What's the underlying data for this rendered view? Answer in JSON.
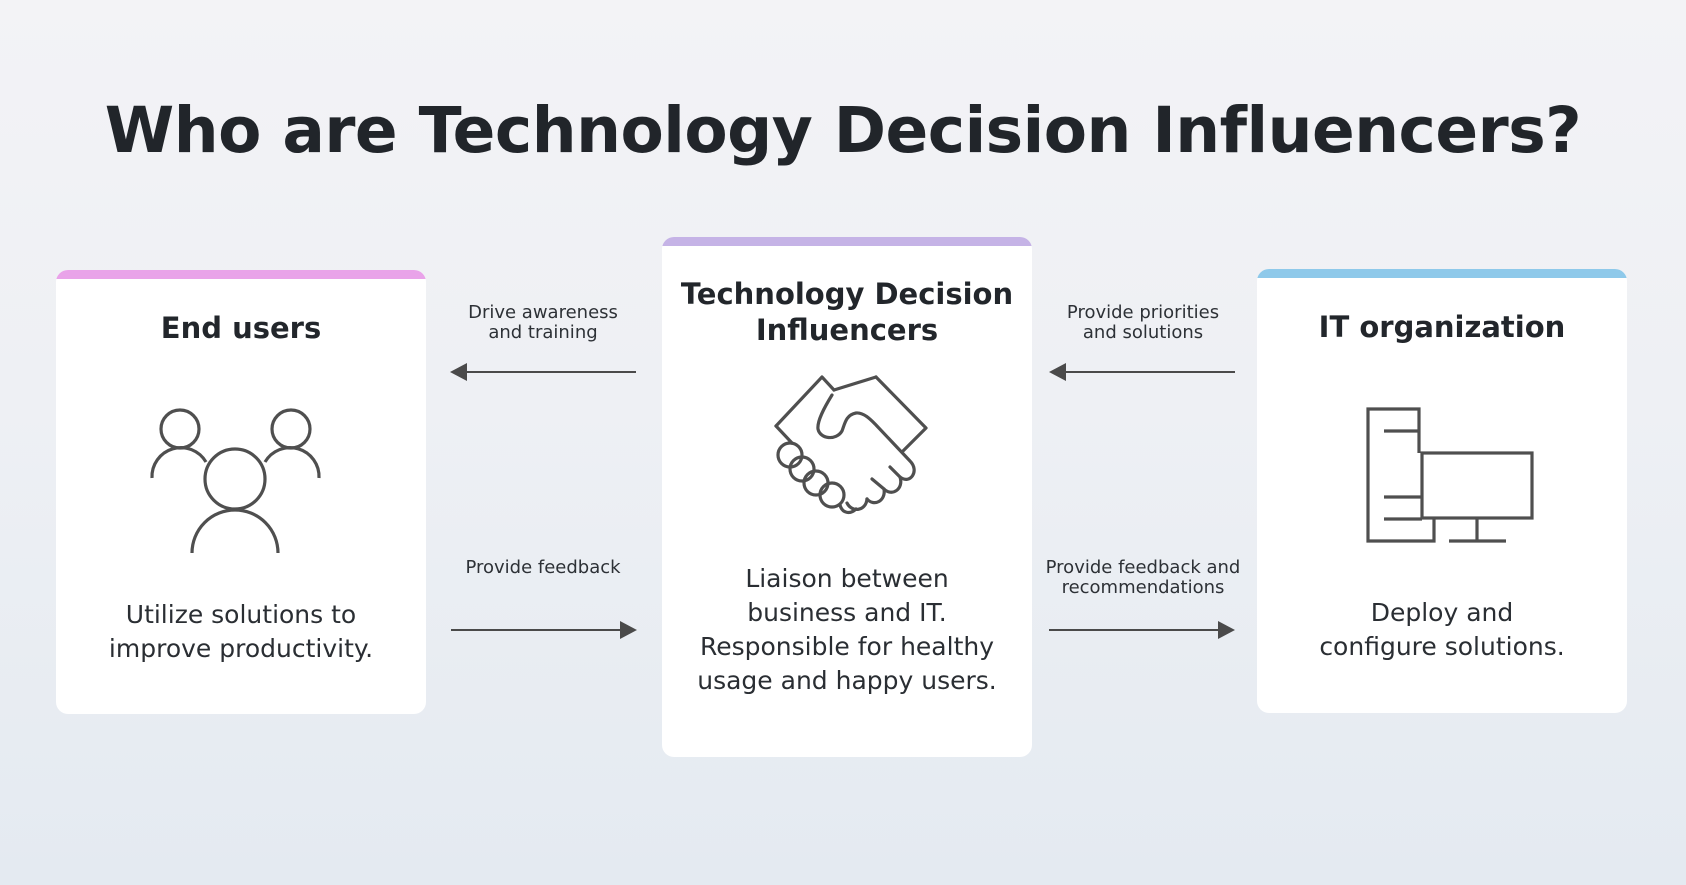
{
  "title": "Who are Technology Decision Influencers?",
  "colors": {
    "end_users_accent": "#e9a3e9",
    "tdi_accent": "#c5b3e6",
    "it_accent": "#8ec9ea",
    "icon_stroke": "#4f4f4f",
    "arrow": "#4a4a4a",
    "text": "#22262b"
  },
  "cards": {
    "end_users": {
      "title": "End users",
      "icon": "people-group-icon",
      "description_lines": [
        "Utilize solutions to",
        "improve productivity."
      ]
    },
    "tdi": {
      "title_lines": [
        "Technology Decision",
        "Influencers"
      ],
      "icon": "handshake-icon",
      "description_lines": [
        "Liaison between",
        "business and IT.",
        "Responsible for healthy",
        "usage and happy users."
      ]
    },
    "it_org": {
      "title": "IT organization",
      "icon": "desktop-computer-icon",
      "description_lines": [
        "Deploy and",
        "configure solutions."
      ]
    }
  },
  "flows": {
    "tdi_to_end_users": {
      "direction": "left",
      "label_lines": [
        "Drive awareness",
        "and training"
      ]
    },
    "end_users_to_tdi": {
      "direction": "right",
      "label_lines": [
        "Provide feedback"
      ]
    },
    "it_to_tdi": {
      "direction": "left",
      "label_lines": [
        "Provide priorities",
        "and solutions"
      ]
    },
    "tdi_to_it": {
      "direction": "right",
      "label_lines": [
        "Provide feedback and",
        "recommendations"
      ]
    }
  }
}
